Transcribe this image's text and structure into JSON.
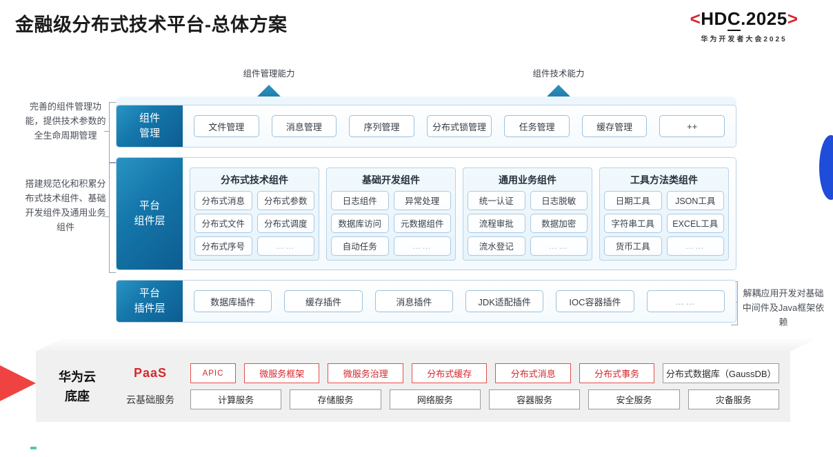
{
  "header": {
    "title": "金融级分布式技术平台-总体方案",
    "logo_prefix": "<",
    "logo_main_a": "HD",
    "logo_main_b": "C",
    "logo_main_c": ".2025",
    "logo_suffix": ">",
    "logo_sub": "华为开发者大会2025",
    "accent_red": "#d6272c"
  },
  "capabilities": [
    {
      "label": "组件管理能力"
    },
    {
      "label": "组件技术能力"
    }
  ],
  "notes": {
    "left_top": "完善的组件管理功能，提供技术参数的全生命周期管理",
    "left_bottom": "搭建规范化和积累分布式技术组件、基础开发组件及通用业务组件",
    "right": "解耦应用开发对基础中间件及Java框架依赖"
  },
  "layers": [
    {
      "label_line1": "组件",
      "label_line2": "管理",
      "chips": [
        "文件管理",
        "消息管理",
        "序列管理",
        "分布式锁管理",
        "任务管理",
        "缓存管理",
        "++"
      ]
    },
    {
      "label_line1": "平台",
      "label_line2": "组件层",
      "groups": [
        {
          "title": "分布式技术组件",
          "cells": [
            "分布式消息",
            "分布式参数",
            "分布式文件",
            "分布式调度",
            "分布式序号",
            "……"
          ]
        },
        {
          "title": "基础开发组件",
          "cells": [
            "日志组件",
            "异常处理",
            "数据库访问",
            "元数据组件",
            "自动任务",
            "……"
          ]
        },
        {
          "title": "通用业务组件",
          "cells": [
            "统一认证",
            "日志脱敏",
            "流程审批",
            "数据加密",
            "流水登记",
            "……"
          ]
        },
        {
          "title": "工具方法类组件",
          "cells": [
            "日期工具",
            "JSON工具",
            "字符串工具",
            "EXCEL工具",
            "货币工具",
            "……"
          ]
        }
      ]
    },
    {
      "label_line1": "平台",
      "label_line2": "插件层",
      "chips": [
        "数据库插件",
        "缓存插件",
        "消息插件",
        "JDK适配插件",
        "IOC容器插件",
        "……"
      ]
    }
  ],
  "cloud": {
    "brand_line1": "华为云",
    "brand_line2": "底座",
    "paas_tag": "PaaS",
    "basic_tag": "云基础服务",
    "paas_tiles": [
      "APIC",
      "微服务框架",
      "微服务治理",
      "分布式缓存",
      "分布式消息",
      "分布式事务",
      "分布式数据库（GaussDB）"
    ],
    "basic_tiles": [
      "计算服务",
      "存储服务",
      "网络服务",
      "容器服务",
      "安全服务",
      "灾备服务"
    ]
  }
}
